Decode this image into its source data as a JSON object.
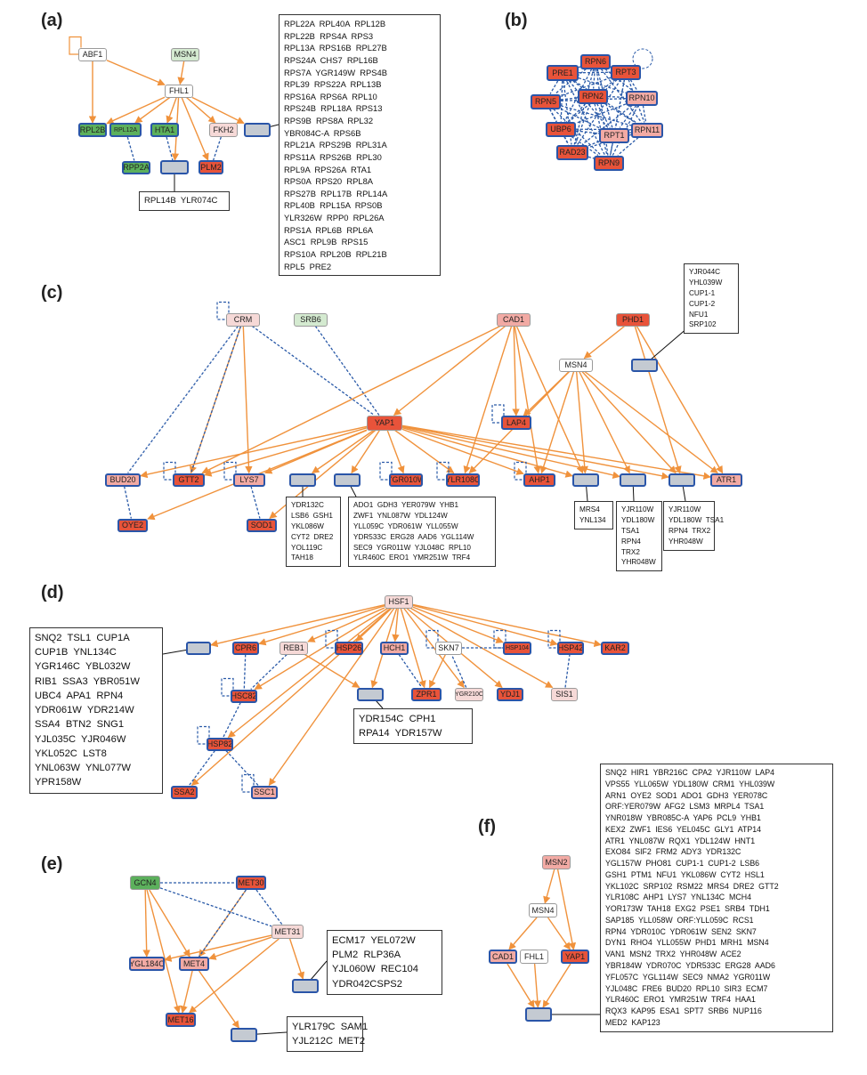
{
  "colors": {
    "edge_regulation": "#f0923c",
    "edge_interaction": "#2a5aa8",
    "node_border_strong": "#2a55a8",
    "node_border_light": "#9a9a9a",
    "red": "#e8533a",
    "pink": "#f2aaa4",
    "light_pink": "#f6d9d7",
    "green": "#5cb05c",
    "light_green": "#d4ead0",
    "white": "#ffffff",
    "gray": "#c4cad2"
  },
  "panels": [
    {
      "id": "a",
      "label": "(a)"
    },
    {
      "id": "b",
      "label": "(b)"
    },
    {
      "id": "c",
      "label": "(c)"
    },
    {
      "id": "d",
      "label": "(d)"
    },
    {
      "id": "e",
      "label": "(e)"
    },
    {
      "id": "f",
      "label": "(f)"
    }
  ],
  "nodes": [
    {
      "id": "a_abf1",
      "label": "ABF1",
      "fill": "white",
      "strong": false
    },
    {
      "id": "a_msn4",
      "label": "MSN4",
      "fill": "light_green",
      "strong": false
    },
    {
      "id": "a_fhl1",
      "label": "FHL1",
      "fill": "white",
      "strong": false
    },
    {
      "id": "a_rpl2b",
      "label": "RPL2B",
      "fill": "green",
      "strong": true
    },
    {
      "id": "a_rpl12a",
      "label": "RPL12A",
      "fill": "green",
      "strong": true
    },
    {
      "id": "a_hta1",
      "label": "HTA1",
      "fill": "green",
      "strong": true
    },
    {
      "id": "a_fkh2",
      "label": "FKH2",
      "fill": "light_pink",
      "strong": false
    },
    {
      "id": "a_g1",
      "label": "",
      "fill": "gray",
      "strong": true
    },
    {
      "id": "a_rpp2a",
      "label": "RPP2A",
      "fill": "green",
      "strong": true
    },
    {
      "id": "a_g2",
      "label": "",
      "fill": "gray",
      "strong": true
    },
    {
      "id": "a_plm2",
      "label": "PLM2",
      "fill": "red",
      "strong": true
    },
    {
      "id": "b_pre1",
      "label": "PRE1",
      "fill": "red",
      "strong": true
    },
    {
      "id": "b_rpn6",
      "label": "RPN6",
      "fill": "red",
      "strong": true
    },
    {
      "id": "b_rpt3",
      "label": "RPT3",
      "fill": "red",
      "strong": true
    },
    {
      "id": "b_rpn5",
      "label": "RPN5",
      "fill": "red",
      "strong": true
    },
    {
      "id": "b_rpn2",
      "label": "RPN2",
      "fill": "red",
      "strong": true
    },
    {
      "id": "b_rpn10",
      "label": "RPN10",
      "fill": "pink",
      "strong": true
    },
    {
      "id": "b_ubp6",
      "label": "UBP6",
      "fill": "red",
      "strong": true
    },
    {
      "id": "b_rpt1",
      "label": "RPT1",
      "fill": "pink",
      "strong": true
    },
    {
      "id": "b_rpn11",
      "label": "RPN11",
      "fill": "pink",
      "strong": true
    },
    {
      "id": "b_rad23",
      "label": "RAD23",
      "fill": "red",
      "strong": true
    },
    {
      "id": "b_rpn9",
      "label": "RPN9",
      "fill": "red",
      "strong": true
    },
    {
      "id": "c_crm",
      "label": "CRM",
      "fill": "light_pink",
      "strong": false
    },
    {
      "id": "c_srb6",
      "label": "SRB6",
      "fill": "light_green",
      "strong": false
    },
    {
      "id": "c_cad1",
      "label": "CAD1",
      "fill": "pink",
      "strong": false
    },
    {
      "id": "c_phd1",
      "label": "PHD1",
      "fill": "red",
      "strong": false
    },
    {
      "id": "c_msn4",
      "label": "MSN4",
      "fill": "white",
      "strong": false
    },
    {
      "id": "c_g1",
      "label": "",
      "fill": "gray",
      "strong": true
    },
    {
      "id": "c_yap1",
      "label": "YAP1",
      "fill": "red",
      "strong": false
    },
    {
      "id": "c_lap4",
      "label": "LAP4",
      "fill": "red",
      "strong": true
    },
    {
      "id": "c_bud20",
      "label": "BUD20",
      "fill": "pink",
      "strong": true
    },
    {
      "id": "c_gtt2",
      "label": "GTT2",
      "fill": "red",
      "strong": true
    },
    {
      "id": "c_lys7",
      "label": "LYS7",
      "fill": "pink",
      "strong": true
    },
    {
      "id": "c_g2",
      "label": "",
      "fill": "gray",
      "strong": true
    },
    {
      "id": "c_g3",
      "label": "",
      "fill": "gray",
      "strong": true
    },
    {
      "id": "c_ygr010w",
      "label": "YGR010W",
      "fill": "red",
      "strong": true
    },
    {
      "id": "c_ylr108c",
      "label": "YLR108C",
      "fill": "red",
      "strong": true
    },
    {
      "id": "c_ahp1",
      "label": "AHP1",
      "fill": "red",
      "strong": true
    },
    {
      "id": "c_g4",
      "label": "",
      "fill": "gray",
      "strong": true
    },
    {
      "id": "c_g5",
      "label": "",
      "fill": "gray",
      "strong": true
    },
    {
      "id": "c_g6",
      "label": "",
      "fill": "gray",
      "strong": true
    },
    {
      "id": "c_atr1",
      "label": "ATR1",
      "fill": "pink",
      "strong": true
    },
    {
      "id": "c_oye2",
      "label": "OYE2",
      "fill": "red",
      "strong": true
    },
    {
      "id": "c_sod1",
      "label": "SOD1",
      "fill": "red",
      "strong": true
    },
    {
      "id": "d_hsf1",
      "label": "HSF1",
      "fill": "light_pink",
      "strong": false
    },
    {
      "id": "d_g1",
      "label": "",
      "fill": "gray",
      "strong": true
    },
    {
      "id": "d_cpr6",
      "label": "CPR6",
      "fill": "red",
      "strong": true
    },
    {
      "id": "d_reb1",
      "label": "REB1",
      "fill": "light_pink",
      "strong": false
    },
    {
      "id": "d_hsp26",
      "label": "HSP26",
      "fill": "red",
      "strong": true
    },
    {
      "id": "d_hch1",
      "label": "HCH1",
      "fill": "pink",
      "strong": true
    },
    {
      "id": "d_skn7",
      "label": "SKN7",
      "fill": "white",
      "strong": false
    },
    {
      "id": "d_hsp104",
      "label": "HSP104",
      "fill": "red",
      "strong": true
    },
    {
      "id": "d_hsp42",
      "label": "HSP42",
      "fill": "red",
      "strong": true
    },
    {
      "id": "d_kar2",
      "label": "KAR2",
      "fill": "red",
      "strong": true
    },
    {
      "id": "d_hsc82",
      "label": "HSC82",
      "fill": "red",
      "strong": true
    },
    {
      "id": "d_g2",
      "label": "",
      "fill": "gray",
      "strong": true
    },
    {
      "id": "d_zpr1",
      "label": "ZPR1",
      "fill": "red",
      "strong": true
    },
    {
      "id": "d_ygr210c",
      "label": "YGR210C",
      "fill": "light_pink",
      "strong": false
    },
    {
      "id": "d_ydj1",
      "label": "YDJ1",
      "fill": "red",
      "strong": true
    },
    {
      "id": "d_sis1",
      "label": "SIS1",
      "fill": "light_pink",
      "strong": false
    },
    {
      "id": "d_hsp82",
      "label": "HSP82",
      "fill": "red",
      "strong": true
    },
    {
      "id": "d_ssa2",
      "label": "SSA2",
      "fill": "red",
      "strong": true
    },
    {
      "id": "d_ssc1",
      "label": "SSC1",
      "fill": "pink",
      "strong": true
    },
    {
      "id": "e_gcn4",
      "label": "GCN4",
      "fill": "green",
      "strong": false
    },
    {
      "id": "e_met30",
      "label": "MET30",
      "fill": "red",
      "strong": true
    },
    {
      "id": "e_met31",
      "label": "MET31",
      "fill": "light_pink",
      "strong": false
    },
    {
      "id": "e_ygl184c",
      "label": "YGL184C",
      "fill": "pink",
      "strong": true
    },
    {
      "id": "e_met4",
      "label": "MET4",
      "fill": "pink",
      "strong": true
    },
    {
      "id": "e_g1",
      "label": "",
      "fill": "gray",
      "strong": true
    },
    {
      "id": "e_met16",
      "label": "MET16",
      "fill": "red",
      "strong": true
    },
    {
      "id": "e_g2",
      "label": "",
      "fill": "gray",
      "strong": true
    },
    {
      "id": "f_msn2",
      "label": "MSN2",
      "fill": "pink",
      "strong": false
    },
    {
      "id": "f_msn4",
      "label": "MSN4",
      "fill": "white",
      "strong": false
    },
    {
      "id": "f_cad1",
      "label": "CAD1",
      "fill": "pink",
      "strong": true
    },
    {
      "id": "f_fhl1",
      "label": "FHL1",
      "fill": "white",
      "strong": false
    },
    {
      "id": "f_yap1",
      "label": "YAP1",
      "fill": "red",
      "strong": true
    },
    {
      "id": "f_g1",
      "label": "",
      "fill": "gray",
      "strong": true
    }
  ],
  "gene_boxes": [
    {
      "id": "box_a_main",
      "lines": [
        "RPL22A  RPL40A  RPL12B",
        "RPL22B  RPS4A  RPS3",
        "RPL13A  RPS16B  RPL27B",
        "RPS24A  CHS7  RPL16B",
        "RPS7A  YGR149W  RPS4B",
        "RPL39  RPS22A  RPL13B",
        "RPS16A  RPS6A  RPL10",
        "RPS24B  RPL18A  RPS13",
        "RPS9B  RPS8A  RPL32",
        "YBR084C-A  RPS6B",
        "RPL21A  RPS29B  RPL31A",
        "RPS11A  RPS26B  RPL30",
        "RPL9A  RPS26A  RTA1",
        "RPS0A  RPS20  RPL8A",
        "RPS27B  RPL17B  RPL14A",
        "RPL40B  RPL15A  RPS0B",
        "YLR326W  RPP0  RPL26A",
        "RPS1A  RPL6B  RPL6A",
        "ASC1  RPL9B  RPS15",
        "RPS10A  RPL20B  RPL21B",
        "RPL5  PRE2"
      ]
    },
    {
      "id": "box_a_small",
      "lines": [
        "RPL14B  YLR074C"
      ]
    },
    {
      "id": "box_c_top",
      "lines": [
        "YJR044C",
        "YHL039W",
        "CUP1-1",
        "CUP1-2",
        "NFU1",
        "SRP102"
      ]
    },
    {
      "id": "box_c_1",
      "lines": [
        "YDR132C",
        "LSB6  GSH1",
        "YKL086W",
        "CYT2  DRE2",
        "YOL119C",
        "TAH18"
      ]
    },
    {
      "id": "box_c_2",
      "lines": [
        "ADO1  GDH3  YER079W  YHB1",
        "ZWF1  YNL087W  YDL124W",
        "YLL059C  YDR061W  YLL055W",
        "YDR533C  ERG28  AAD6  YGL114W",
        "SEC9  YGR011W  YJL048C  RPL10",
        "YLR460C  ERO1  YMR251W  TRF4"
      ]
    },
    {
      "id": "box_c_3",
      "lines": [
        "MRS4",
        "YNL134"
      ]
    },
    {
      "id": "box_c_4",
      "lines": [
        "YJR110W",
        "YDL180W",
        "TSA1",
        "RPN4",
        "TRX2",
        "YHR048W"
      ]
    },
    {
      "id": "box_c_5",
      "lines": [
        "YJR110W",
        "YDL180W  TSA1",
        "RPN4  TRX2",
        "YHR048W"
      ]
    },
    {
      "id": "box_d_left",
      "lines": [
        "SNQ2  TSL1  CUP1A",
        "CUP1B  YNL134C",
        "YGR146C  YBL032W",
        "RIB1  SSA3  YBR051W",
        "UBC4  APA1  RPN4",
        "YDR061W  YDR214W",
        "SSA4  BTN2  SNG1",
        "YJL035C  YJR046W",
        "YKL052C  LST8",
        "YNL063W  YNL077W",
        "YPR158W"
      ]
    },
    {
      "id": "box_d_mid",
      "lines": [
        "YDR154C  CPH1",
        "RPA14  YDR157W"
      ]
    },
    {
      "id": "box_e_1",
      "lines": [
        "ECM17  YEL072W",
        "PLM2  RLP36A",
        "YJL060W  REC104",
        "YDR042CSPS2"
      ]
    },
    {
      "id": "box_e_2",
      "lines": [
        "YLR179C  SAM1",
        "YJL212C  MET2"
      ]
    },
    {
      "id": "box_f",
      "lines": [
        "SNQ2  HIR1  YBR216C  CPA2  YJR110W  LAP4",
        "VPS55  YLL065W  YDL180W  CRM1  YHL039W",
        "ARN1  OYE2  SOD1  ADO1  GDH3  YER078C",
        "ORF:YER079W  AFG2  LSM3  MRPL4  TSA1",
        "YNR018W  YBR085C-A  YAP6  PCL9  YHB1",
        "KEX2  ZWF1  IES6  YEL045C  GLY1  ATP14",
        "ATR1  YNL087W  RQX1  YDL124W  HNT1",
        "EXO84  SIF2  FRM2  ADY3  YDR132C",
        "YGL157W  PHO81  CUP1-1  CUP1-2  LSB6",
        "GSH1  PTM1  NFU1  YKL086W  CYT2  HSL1",
        "YKL102C  SRP102  RSM22  MRS4  DRE2  GTT2",
        "YLR108C  AHP1  LYS7  YNL134C  MCH4",
        "YOR173W  TAH18  EXG2  PSE1  SRB4  TDH1",
        "SAP185  YLL058W  ORF:YLL059C  RCS1",
        "RPN4  YDR010C  YDR061W  SEN2  SKN7",
        "DYN1  RHO4  YLL055W  PHD1  MRH1  MSN4",
        "VAN1  MSN2  TRX2  YHR048W  ACE2",
        "YBR184W  YDR070C  YDR533C  ERG28  AAD6",
        "YFL057C  YGL114W  SEC9  NMA2  YGR011W",
        "YJL048C  FRE6  BUD20  RPL10  SIR3  ECM7",
        "YLR460C  ERO1  YMR251W  TRF4  HAA1",
        "RQX3  KAP95  ESA1  SPT7  SRB6  NUP116",
        "MED2  KAP123"
      ]
    }
  ]
}
